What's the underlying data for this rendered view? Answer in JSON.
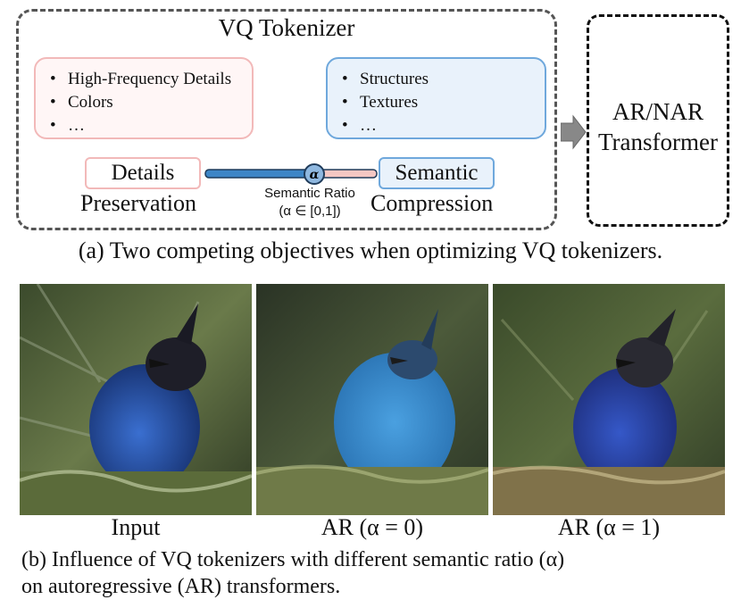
{
  "panel_a": {
    "vq_title": "VQ Tokenizer",
    "left_list": [
      "High-Frequency Details",
      "Colors",
      "…"
    ],
    "right_list": [
      "Structures",
      "Textures",
      "…"
    ],
    "left_pill": "Details",
    "left_sub": "Preservation",
    "right_pill": "Semantic",
    "right_sub": "Compression",
    "slider_symbol": "α",
    "slider_label": "Semantic Ratio",
    "slider_range": "(α ∈ [0,1])",
    "ar_line1": "AR/NAR",
    "ar_line2": "Transformer",
    "caption": "(a) Two competing objectives when optimizing VQ tokenizers."
  },
  "panel_b": {
    "labels": [
      "Input",
      "AR (α = 0)",
      "AR (α = 1)"
    ],
    "caption_line1": "(b) Influence of VQ tokenizers with different semantic ratio (α)",
    "caption_line2": "on autoregressive (AR) transformers."
  },
  "colors": {
    "pink_border": "#f2b9b9",
    "blue_border": "#6fa8dc",
    "slider_blue": "#3d85c6",
    "slider_pink": "#f4c7c3"
  }
}
